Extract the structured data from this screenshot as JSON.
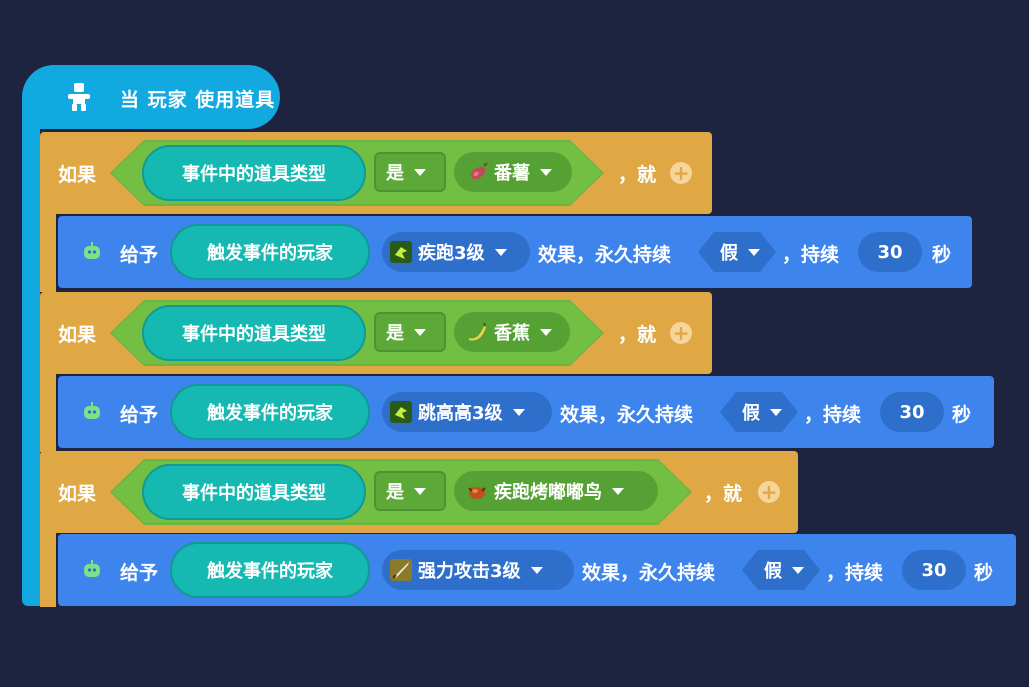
{
  "hat": {
    "title": "当 玩家 使用道具",
    "icon": "player-icon"
  },
  "if_blocks": [
    {
      "if_label": "如果",
      "condition": "事件中的道具类型",
      "operator": "是",
      "item": "番薯",
      "item_icon": "sweet-potato-icon",
      "then_label": "，就",
      "action": {
        "label": "给予",
        "target": "触发事件的玩家",
        "effect": "疾跑3级",
        "effect_icon": "sprint-icon",
        "mid_text": "效果，永久持续",
        "permanent": "假",
        "duration_label": "，持续",
        "duration": "30",
        "unit": "秒"
      }
    },
    {
      "if_label": "如果",
      "condition": "事件中的道具类型",
      "operator": "是",
      "item": "香蕉",
      "item_icon": "banana-icon",
      "then_label": "，就",
      "action": {
        "label": "给予",
        "target": "触发事件的玩家",
        "effect": "跳高高3级",
        "effect_icon": "jump-icon",
        "mid_text": "效果，永久持续",
        "permanent": "假",
        "duration_label": "，持续",
        "duration": "30",
        "unit": "秒"
      }
    },
    {
      "if_label": "如果",
      "condition": "事件中的道具类型",
      "operator": "是",
      "item": "疾跑烤嘟嘟鸟",
      "item_icon": "roast-bird-icon",
      "then_label": "，就",
      "action": {
        "label": "给予",
        "target": "触发事件的玩家",
        "effect": "强力攻击3级",
        "effect_icon": "sword-icon",
        "mid_text": "效果，永久持续",
        "permanent": "假",
        "duration_label": "，持续",
        "duration": "30",
        "unit": "秒"
      }
    }
  ],
  "colors": {
    "background": "#1e2440",
    "event": "#12a8e0",
    "control": "#e0a844",
    "operator": "#72bf44",
    "sensing": "#16b9b2",
    "action": "#3d84ec"
  }
}
